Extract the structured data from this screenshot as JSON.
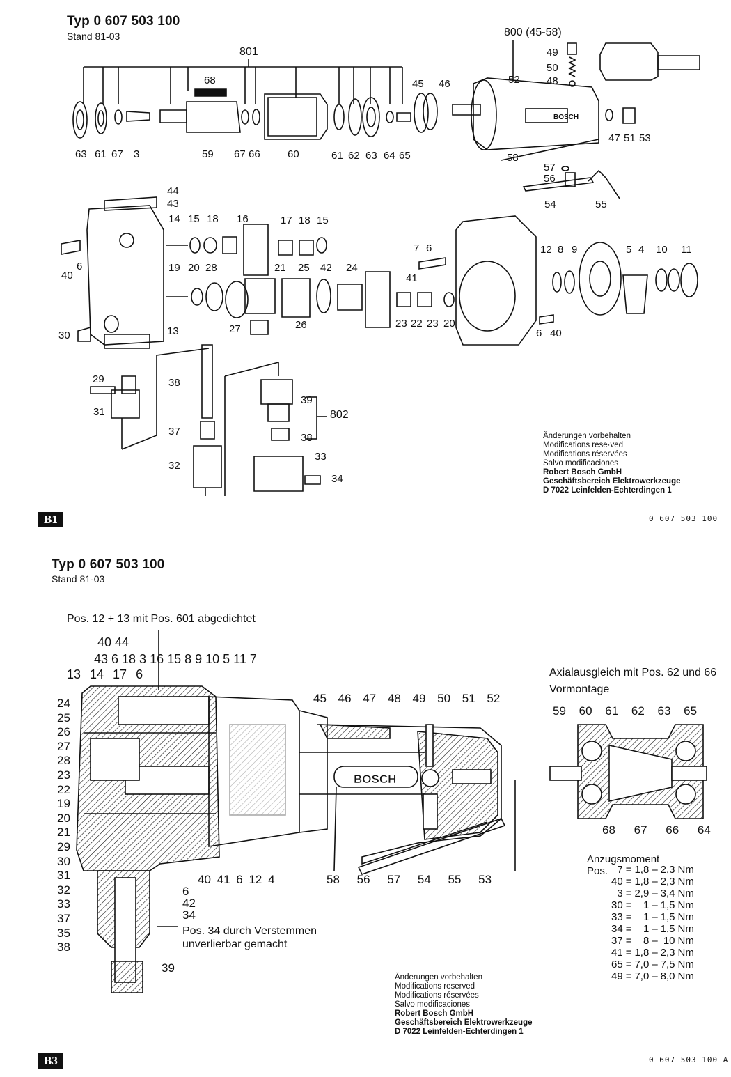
{
  "sheet1": {
    "title": "Typ 0 607 503 100",
    "stand": "Stand 81-03",
    "badge": "B1",
    "code": "0 607 503 100",
    "group_labels": [
      "801",
      "800 (45-58)",
      "802"
    ],
    "brand_on_housing": "BOSCH",
    "part_numbers_row1": [
      "63",
      "61",
      "67",
      "3",
      "68",
      "59",
      "67",
      "66",
      "60",
      "61",
      "62",
      "63",
      "64",
      "65",
      "45",
      "46",
      "52",
      "58",
      "49",
      "50",
      "48",
      "47",
      "51",
      "53",
      "57",
      "56",
      "54",
      "55"
    ],
    "part_numbers_row2": [
      "44",
      "43",
      "14",
      "15",
      "18",
      "16",
      "17",
      "18",
      "15",
      "40",
      "6",
      "19",
      "20",
      "28",
      "21",
      "25",
      "42",
      "24",
      "27",
      "26",
      "30",
      "13",
      "7",
      "6",
      "41",
      "23",
      "22",
      "23",
      "20",
      "12",
      "8",
      "9",
      "5",
      "4",
      "10",
      "11",
      "6",
      "40"
    ],
    "part_numbers_row3": [
      "29",
      "31",
      "38",
      "37",
      "32",
      "39",
      "38",
      "33",
      "34"
    ],
    "notes": [
      "Änderungen vorbehalten",
      "Modifications rese·ved",
      "Modifications réservées",
      "Salvo modificaciones",
      "Robert Bosch GmbH",
      "Geschäftsbereich Elektrowerkzeuge",
      "D 7022 Leinfelden-Echterdingen 1"
    ]
  },
  "sheet2": {
    "title": "Typ 0 607 503 100",
    "stand": "Stand 81-03",
    "badge": "B3",
    "code": "0 607 503 100 A",
    "sealing_note": "Pos. 12 + 13 mit Pos. 601 abgedichtet",
    "brand_on_section": "BOSCH",
    "top_numbers_a": "40 44",
    "top_numbers_b": "43 6 18 3 16 15 8 9 10 5 11 7",
    "top_numbers_c": "13 14 17 6",
    "left_numbers": [
      "24",
      "25",
      "26",
      "27",
      "28",
      "23",
      "22",
      "19",
      "20",
      "21",
      "29",
      "30",
      "31",
      "32",
      "33",
      "37",
      "35",
      "38"
    ],
    "bottom_numbers": "40 41 6 12 4",
    "bottom_numbers_b": [
      "6",
      "42",
      "34",
      "39"
    ],
    "right_numbers_top": "45 46 47 48 49 50 51 52",
    "right_numbers_bottom": "58 56 57 54 55 53",
    "crimp_note_line1": "Pos. 34 durch Verstemmen",
    "crimp_note_line2": "unverlierbar gemacht",
    "axial_title": "Axialausgleich mit Pos. 62 und 66",
    "axial_sub": "Vormontage",
    "axial_top_numbers": "59 60 61 62 63 65",
    "axial_bottom_numbers": "68 67 66 64",
    "torque_title": "Anzugsmoment",
    "torque_prefix": "Pos.",
    "torque_rows": [
      {
        "pos": "7",
        "min": "1,8",
        "max": "2,3",
        "unit": "Nm"
      },
      {
        "pos": "40",
        "min": "1,8",
        "max": "2,3",
        "unit": "Nm"
      },
      {
        "pos": "3",
        "min": "2,9",
        "max": "3,4",
        "unit": "Nm"
      },
      {
        "pos": "30",
        "min": "1",
        "max": "1,5",
        "unit": "Nm"
      },
      {
        "pos": "33",
        "min": "1",
        "max": "1,5",
        "unit": "Nm"
      },
      {
        "pos": "34",
        "min": "1",
        "max": "1,5",
        "unit": "Nm"
      },
      {
        "pos": "37",
        "min": "8",
        "max": "10",
        "unit": "Nm"
      },
      {
        "pos": "41",
        "min": "1,8",
        "max": "2,3",
        "unit": "Nm"
      },
      {
        "pos": "65",
        "min": "7,0",
        "max": "7,5",
        "unit": "Nm"
      },
      {
        "pos": "49",
        "min": "7,0",
        "max": "8,0",
        "unit": "Nm"
      }
    ],
    "notes": [
      "Änderungen vorbehalten",
      "Modifications reserved",
      "Modifications réservées",
      "Salvo modificaciones",
      "Robert Bosch GmbH",
      "Geschäftsbereich Elektrowerkzeuge",
      "D 7022 Leinfelden-Echterdingen 1"
    ]
  }
}
